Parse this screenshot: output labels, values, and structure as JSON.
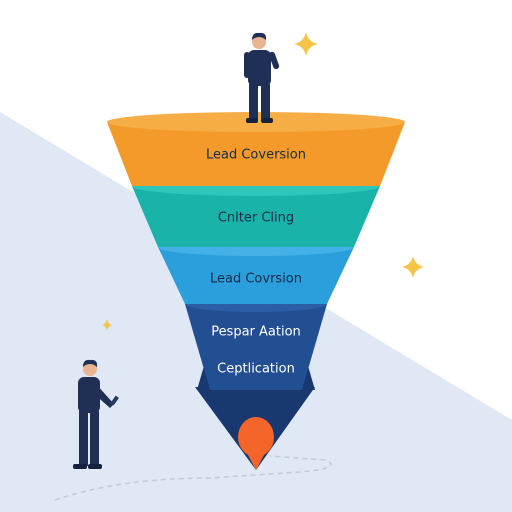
{
  "colors": {
    "background": "#ffffff",
    "diagonal_band": "#dfe8f4",
    "stage_1": "#f39a2b",
    "stage_1_rim": "#f7ad45",
    "stage_2": "#19b3aa",
    "stage_2_rim": "#2ec5bb",
    "stage_3": "#2a9fdc",
    "stage_3_rim": "#43b1e8",
    "stage_4": "#214f92",
    "stage_4_rim": "#2b5ea6",
    "stage_5": "#18386f",
    "tip": "#f4652a",
    "label_dark": "#1b2a44",
    "label_light": "#ffffff",
    "figure_suit": "#1f2f55",
    "figure_skin": "#e9b48f",
    "sparkle": "#f5c54a"
  },
  "funnel": {
    "stages": [
      {
        "label": "Lead Coversion",
        "color_key": "stage_1"
      },
      {
        "label": "Cnlter Cling",
        "color_key": "stage_2"
      },
      {
        "label": "Lead Covrsion",
        "color_key": "stage_3"
      },
      {
        "label": "Pespar Aation",
        "color_key": "stage_4"
      },
      {
        "label": "Ceptlication",
        "color_key": "stage_5"
      }
    ]
  },
  "figures": [
    {
      "role": "person-standing-on-funnel"
    },
    {
      "role": "person-holding-phone"
    }
  ],
  "decorations": {
    "sparkle_icon": "four-point-star"
  }
}
